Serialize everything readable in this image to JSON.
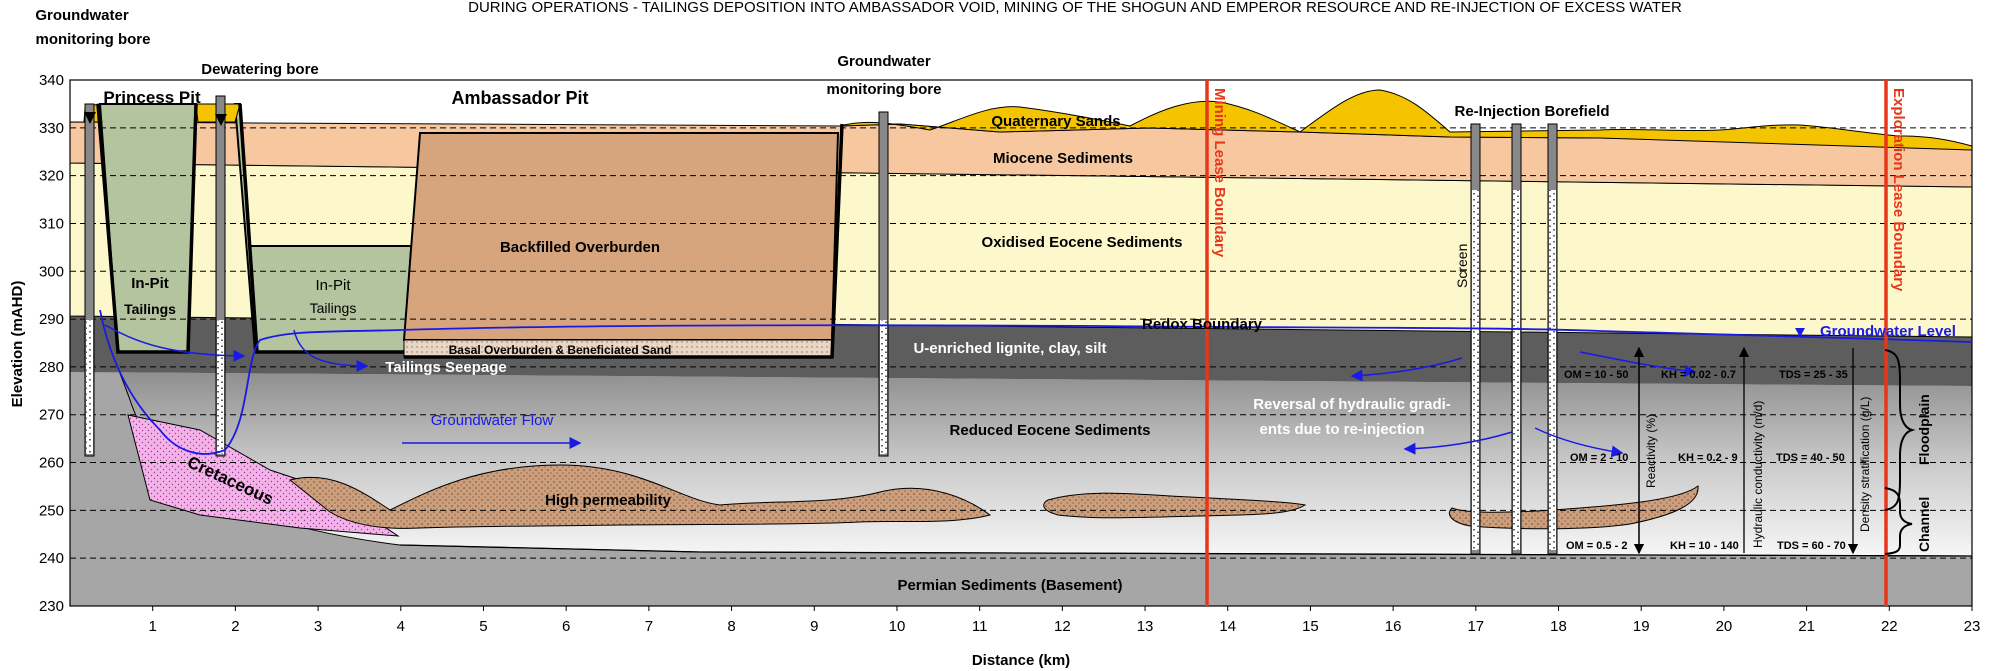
{
  "title": "DURING OPERATIONS - TAILINGS DEPOSITION INTO AMBASSADOR VOID, MINING OF THE SHOGUN AND EMPEROR RESOURCE AND RE-INJECTION OF EXCESS WATER",
  "axes": {
    "ylabel": "Elevation (mAHD)",
    "xlabel": "Distance (km)",
    "y_ticks": [
      "340",
      "330",
      "320",
      "310",
      "300",
      "290",
      "280",
      "270",
      "260",
      "250",
      "240",
      "230"
    ],
    "x_ticks": [
      "1",
      "2",
      "3",
      "4",
      "5",
      "6",
      "7",
      "8",
      "9",
      "10",
      "11",
      "12",
      "13",
      "14",
      "15",
      "16",
      "17",
      "18",
      "19",
      "20",
      "21",
      "22",
      "23"
    ]
  },
  "bore_labels": {
    "gw_bore_left_1": "Groundwater",
    "gw_bore_left_2": "monitoring bore",
    "dewatering": "Dewatering bore",
    "gw_bore_mid_1": "Groundwater",
    "gw_bore_mid_2": "monitoring bore",
    "reinjection": "Re-Injection Borefield",
    "screen": "Screen"
  },
  "pits": {
    "princess": "Princess Pit",
    "ambassador": "Ambassador Pit"
  },
  "units": {
    "quaternary": "Quaternary Sands",
    "miocene": "Miocene Sediments",
    "oxidised": "Oxidised Eocene Sediments",
    "backfilled": "Backfilled Overburden",
    "basal": "Basal Overburden & Beneficiated Sand",
    "in_pit_1a": "In-Pit",
    "in_pit_1b": "Tailings",
    "in_pit_2a": "In-Pit",
    "in_pit_2b": "Tailings",
    "redox": "Redox Boundary",
    "u_enriched": "U-enriched lignite, clay, silt",
    "reduced": "Reduced Eocene Sediments",
    "high_perm": "High permeability",
    "cretaceous": "Cretaceous",
    "permian": "Permian Sediments (Basement)"
  },
  "flow_labels": {
    "tailings_seepage": "Tailings Seepage",
    "groundwater_flow": "Groundwater Flow",
    "reversal_1": "Reversal of hydraulic gradi-",
    "reversal_2": "ents due to re-injection",
    "groundwater_level": "Groundwater Level"
  },
  "boundaries": {
    "mining": "Mining Lease Boundary",
    "exploration": "Exploration Lease Boundary"
  },
  "parameters": {
    "om_top": "OM = 10 - 50",
    "kh_top": "KH = 0.02 - 0.7",
    "tds_top": "TDS = 25 - 35",
    "om_mid": "OM = 2 - 10",
    "kh_mid": "KH = 0.2 - 9",
    "tds_mid": "TDS = 40 - 50",
    "om_bot": "OM = 0.5 - 2",
    "kh_bot": "KH = 10 - 140",
    "tds_bot": "TDS = 60 - 70",
    "reactivity": "Reactivity (%)",
    "hydraulic": "Hydraulic conductivity (m/d)",
    "density": "Density stratification (g/L)",
    "floodplain": "Floodplain",
    "channel": "Channel"
  },
  "colors": {
    "quaternary": "#f5c400",
    "miocene": "#f7c8a0",
    "oxidised": "#fcf8cc",
    "backfilled": "#d6a57e",
    "tailings": "#b4c49f",
    "u_enriched": "#5d5d5d",
    "permian": "#a6a6a6",
    "lens": "#cc9e7c",
    "cretaceous": "#f2b3e8",
    "boundary": "#e8361b",
    "flow": "#1a1ae6"
  }
}
